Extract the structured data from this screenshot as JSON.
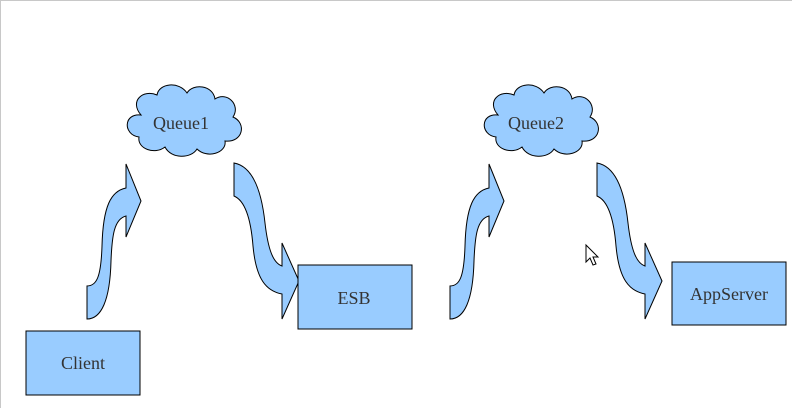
{
  "diagram": {
    "nodes": {
      "client": {
        "label": "Client",
        "shape": "rectangle"
      },
      "queue1": {
        "label": "Queue1",
        "shape": "cloud"
      },
      "esb": {
        "label": "ESB",
        "shape": "rectangle"
      },
      "queue2": {
        "label": "Queue2",
        "shape": "cloud"
      },
      "appserver": {
        "label": "AppServer",
        "shape": "rectangle"
      }
    },
    "edges": [
      {
        "from": "client",
        "to": "queue1",
        "style": "curved-arrow"
      },
      {
        "from": "queue1",
        "to": "esb",
        "style": "curved-arrow"
      },
      {
        "from": "esb",
        "to": "queue2",
        "style": "curved-arrow"
      },
      {
        "from": "queue2",
        "to": "appserver",
        "style": "curved-arrow"
      }
    ],
    "colors": {
      "fill": "#99ccff",
      "stroke": "#000000",
      "text": "#333333"
    }
  },
  "cursor": {
    "icon": "mouse-pointer-icon"
  }
}
